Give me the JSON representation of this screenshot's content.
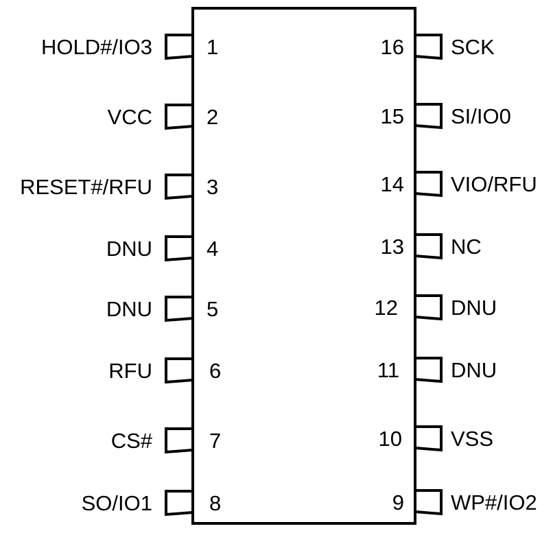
{
  "package": {
    "left_pins": [
      {
        "number": "1",
        "name": "HOLD#/IO3"
      },
      {
        "number": "2",
        "name": "VCC"
      },
      {
        "number": "3",
        "name": "RESET#/RFU"
      },
      {
        "number": "4",
        "name": "DNU"
      },
      {
        "number": "5",
        "name": "DNU"
      },
      {
        "number": "6",
        "name": "RFU"
      },
      {
        "number": "7",
        "name": "CS#"
      },
      {
        "number": "8",
        "name": "SO/IO1"
      }
    ],
    "right_pins": [
      {
        "number": "16",
        "name": "SCK"
      },
      {
        "number": "15",
        "name": "SI/IO0"
      },
      {
        "number": "14",
        "name": "VIO/RFU"
      },
      {
        "number": "13",
        "name": "NC"
      },
      {
        "number": "12",
        "name": "DNU"
      },
      {
        "number": "11",
        "name": "DNU"
      },
      {
        "number": "10",
        "name": "VSS"
      },
      {
        "number": "9",
        "name": "WP#/IO2"
      }
    ]
  }
}
